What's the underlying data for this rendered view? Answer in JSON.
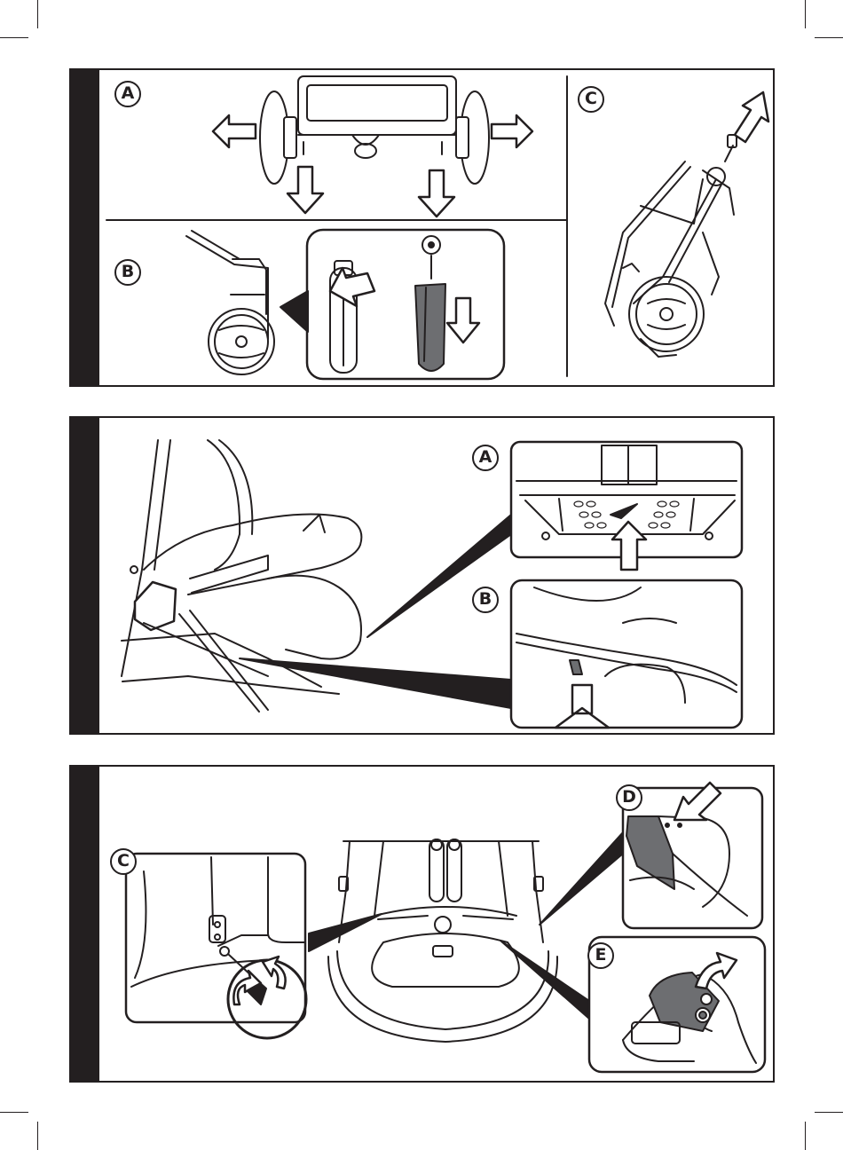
{
  "colors": {
    "ink": "#231f20",
    "paper": "#ffffff",
    "shade": "#6d6e71"
  },
  "panel_1": {
    "labels": {
      "a": "A",
      "b": "B",
      "c": "C"
    }
  },
  "panel_2": {
    "labels": {
      "a": "A",
      "b": "B"
    }
  },
  "panel_3": {
    "labels": {
      "c": "C",
      "d": "D",
      "e": "E"
    }
  }
}
